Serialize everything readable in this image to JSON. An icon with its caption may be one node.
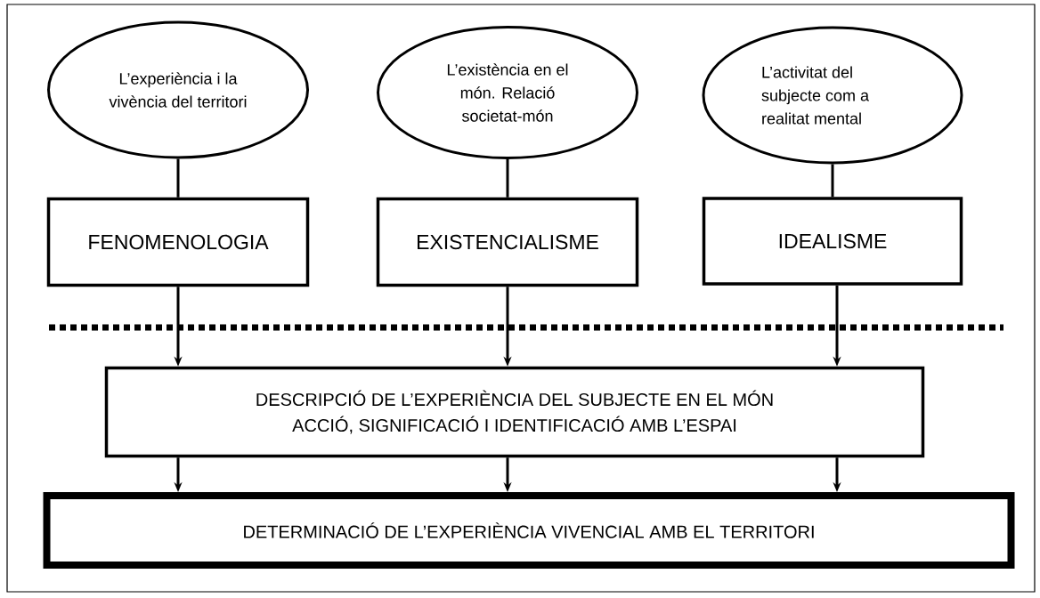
{
  "diagram": {
    "nodes": [
      {
        "text": [
          "L’experiència i la vivència del territori"
        ]
      },
      {
        "text": [
          "L’existència en el món. Relació societat-món"
        ]
      },
      {
        "text": [
          "L’activitat del subjecte com a realitat mental"
        ]
      },
      {
        "text": [
          "FENOMENOLOGIA"
        ]
      },
      {
        "text": [
          "EXISTENCIALISME"
        ]
      },
      {
        "text": [
          "IDEALISME"
        ]
      },
      {
        "text": [
          "DESCRIPCIÓ DE L’EXPERIÈNCIA DEL SUBJECTE EN EL MÓN",
          "ACCIÓ, SIGNIFICACIÓ I IDENTIFICACIÓ AMB L’ESPAI"
        ]
      },
      {
        "text": [
          "DETERMINACIÓ DE L’EXPERIÈNCIA VIVENCIAL AMB EL TERRITORI"
        ]
      }
    ],
    "edges": [
      {
        "from": 0,
        "to": 3,
        "arrow": "none"
      },
      {
        "from": 1,
        "to": 4,
        "arrow": "none"
      },
      {
        "from": 2,
        "to": 5,
        "arrow": "none"
      },
      {
        "from": 3,
        "to": 6,
        "arrow": "to"
      },
      {
        "from": 4,
        "to": 6,
        "arrow": "to"
      },
      {
        "from": 5,
        "to": 6,
        "arrow": "to"
      },
      {
        "from": 6,
        "to": 7,
        "arrow": "to"
      },
      {
        "from": 6,
        "to": 7,
        "arrow": "to"
      },
      {
        "from": 6,
        "to": 7,
        "arrow": "to"
      }
    ]
  }
}
